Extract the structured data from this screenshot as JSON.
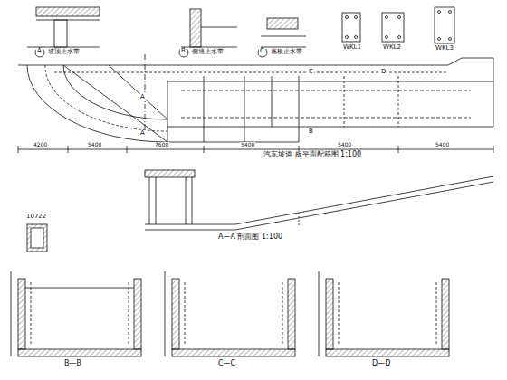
{
  "diagram": {
    "labels": [
      "A",
      "坡顶止水带",
      "B",
      "侧墙止水带",
      "C",
      "底板止水带",
      "WKL1",
      "WKL2",
      "WKL3",
      "4200",
      "5400",
      "7600",
      "5400",
      "5400",
      "5400",
      "C",
      "D",
      "B",
      "汽车坡道 板平面配筋图 1:100",
      "A—A 剖面图 1:100",
      "10722",
      "B—B",
      "C—C",
      "D—D",
      "A",
      "A"
    ]
  }
}
